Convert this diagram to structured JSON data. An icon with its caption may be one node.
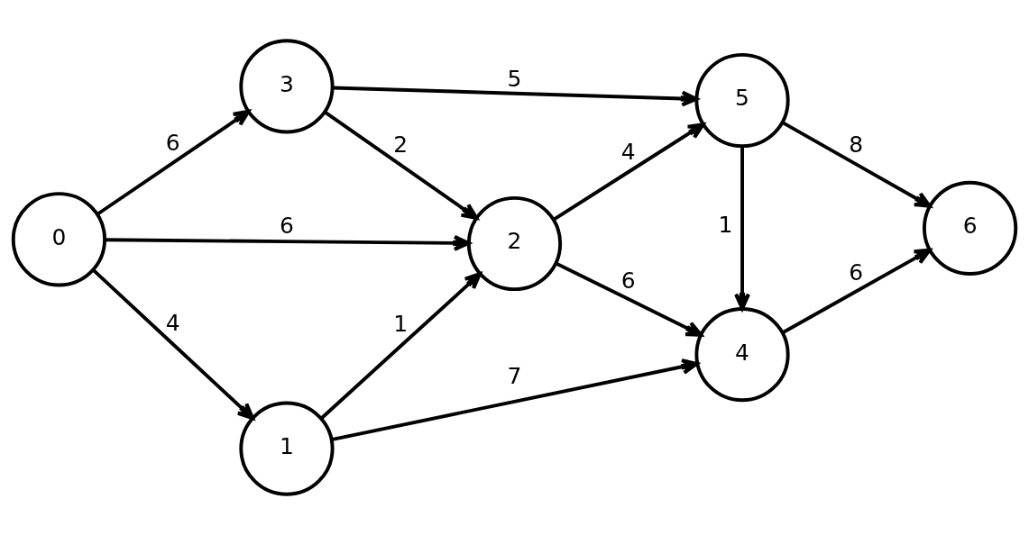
{
  "diagram": {
    "nodes": [
      {
        "text": [
          "0"
        ]
      },
      {
        "text": [
          "1"
        ]
      },
      {
        "text": [
          "2"
        ]
      },
      {
        "text": [
          "3"
        ]
      },
      {
        "text": [
          "4"
        ]
      },
      {
        "text": [
          "5"
        ]
      },
      {
        "text": [
          "6"
        ]
      }
    ],
    "edges": [
      {
        "from": 0,
        "to": 1,
        "arrow": "to",
        "label": "4"
      },
      {
        "from": 0,
        "to": 2,
        "arrow": "to",
        "label": "6"
      },
      {
        "from": 0,
        "to": 3,
        "arrow": "to",
        "label": "6"
      },
      {
        "from": 1,
        "to": 4,
        "arrow": "to",
        "label": "7"
      },
      {
        "from": 1,
        "to": 2,
        "arrow": "to",
        "label": "1"
      },
      {
        "from": 2,
        "to": 4,
        "arrow": "to",
        "label": "6"
      },
      {
        "from": 3,
        "to": 2,
        "arrow": "to",
        "label": "2"
      },
      {
        "from": 2,
        "to": 5,
        "arrow": "to",
        "label": "4"
      },
      {
        "from": 3,
        "to": 5,
        "arrow": "to",
        "label": "5"
      },
      {
        "from": 5,
        "to": 4,
        "arrow": "to",
        "label": "1"
      },
      {
        "from": 4,
        "to": 6,
        "arrow": "to",
        "label": "6"
      },
      {
        "from": 5,
        "to": 6,
        "arrow": "to",
        "label": "8"
      }
    ]
  }
}
